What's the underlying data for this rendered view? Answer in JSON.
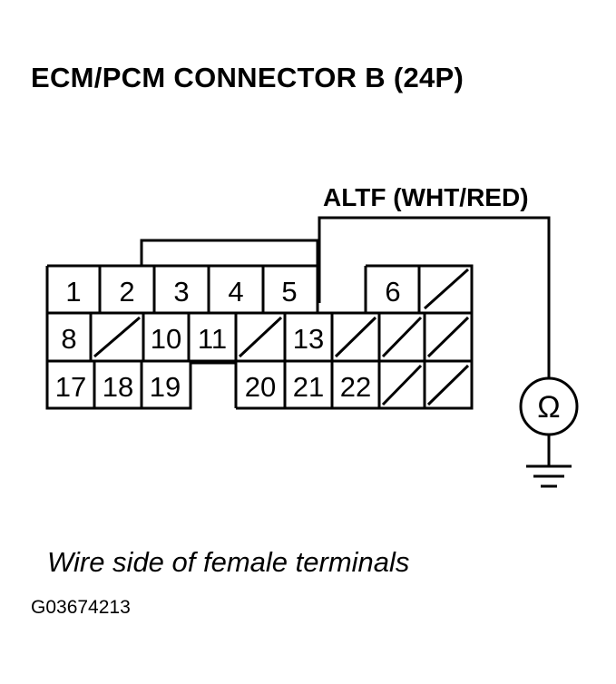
{
  "title": "ECM/PCM CONNECTOR B (24P)",
  "wire_label": "ALTF (WHT/RED)",
  "caption": "Wire side of female terminals",
  "figure_id": "G03674213",
  "ohmmeter_symbol": "Ω",
  "connector": {
    "row1": [
      "1",
      "2",
      "3",
      "4",
      "5",
      "",
      "6",
      ""
    ],
    "row2": [
      "8",
      "",
      "10",
      "11",
      "",
      "13",
      "",
      "",
      ""
    ],
    "row3": [
      "17",
      "18",
      "19",
      "",
      "20",
      "21",
      "22",
      "",
      ""
    ]
  }
}
